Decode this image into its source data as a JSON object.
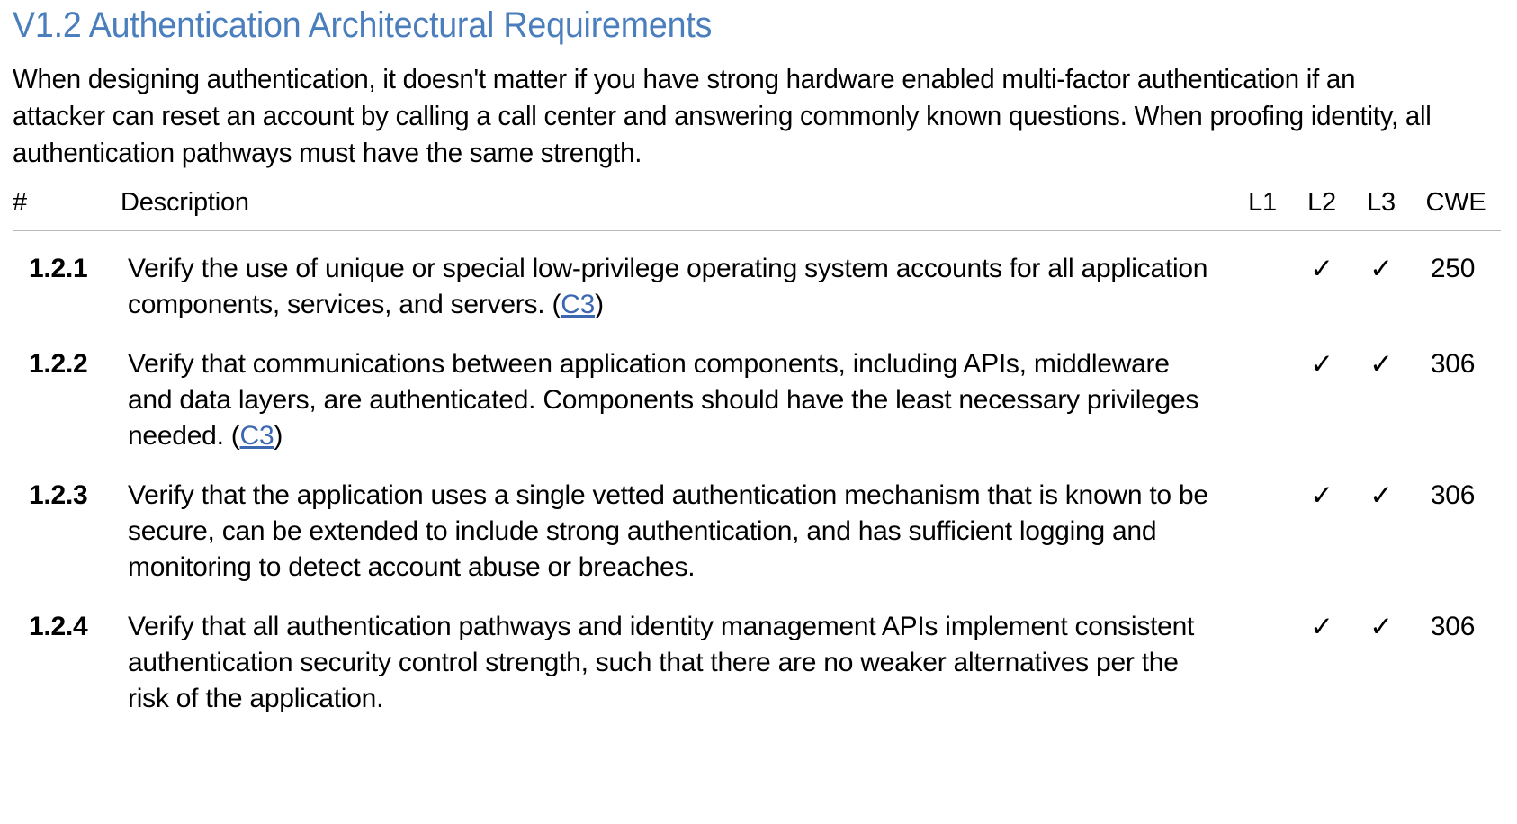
{
  "document": {
    "title": "V1.2 Authentication Architectural Requirements",
    "intro": "When designing authentication, it doesn't matter if you have strong hardware enabled multi-factor authentication if an attacker can reset an account by calling a call center and answering commonly known questions. When proofing identity, all authentication pathways must have the same strength."
  },
  "colors": {
    "heading_blue": "#4a7ebc",
    "link_blue": "#3b68b0",
    "rule_gray": "#b9b9b9",
    "body_text": "#000000"
  },
  "table": {
    "headers": {
      "number": "#",
      "description": "Description",
      "l1": "L1",
      "l2": "L2",
      "l3": "L3",
      "cwe": "CWE"
    },
    "check_glyph": "✓",
    "rows": [
      {
        "number": "1.2.1",
        "description_before": "Verify the use of unique or special low-privilege operating system accounts for all application components, services, and servers. (",
        "link": "C3",
        "description_after": ")",
        "l1": "",
        "l2": "✓",
        "l3": "✓",
        "cwe": "250"
      },
      {
        "number": "1.2.2",
        "description_before": "Verify that communications between application components, including APIs, middleware and data layers, are authenticated. Components should have the least necessary privileges needed. (",
        "link": "C3",
        "description_after": ")",
        "l1": "",
        "l2": "✓",
        "l3": "✓",
        "cwe": "306"
      },
      {
        "number": "1.2.3",
        "description_before": "Verify that the application uses a single vetted authentication mechanism that is known to be secure, can be extended to include strong authentication, and has sufficient logging and monitoring to detect account abuse or breaches.",
        "link": "",
        "description_after": "",
        "l1": "",
        "l2": "✓",
        "l3": "✓",
        "cwe": "306"
      },
      {
        "number": "1.2.4",
        "description_before": "Verify that all authentication pathways and identity management APIs implement consistent authentication security control strength, such that there are no weaker alternatives per the risk of the application.",
        "link": "",
        "description_after": "",
        "l1": "",
        "l2": "✓",
        "l3": "✓",
        "cwe": "306"
      }
    ]
  }
}
